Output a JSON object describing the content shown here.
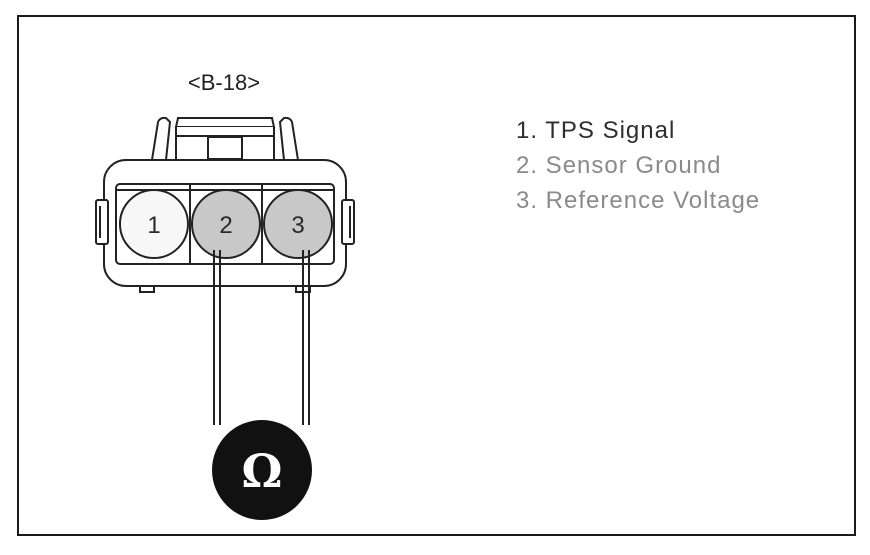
{
  "connector": {
    "label": "<B-18>",
    "pins": [
      {
        "number": "1",
        "fill": "#f7f7f7"
      },
      {
        "number": "2",
        "fill": "#c8c8c8"
      },
      {
        "number": "3",
        "fill": "#c8c8c8"
      }
    ]
  },
  "meter": {
    "symbol": "Ω",
    "color": "#111111"
  },
  "legend": [
    {
      "text": "1. TPS Signal"
    },
    {
      "text": "2. Sensor Ground"
    },
    {
      "text": "3. Reference Voltage"
    }
  ]
}
